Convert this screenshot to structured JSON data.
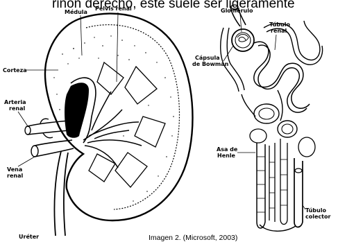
{
  "top_text": "riñón derecho, este suele ser ligeramente",
  "caption": "Imagen 2. (Microsoft, 2003)",
  "kidney": {
    "labels": {
      "medula": "Médula",
      "pelvis": "Pelvis renal",
      "corteza": "Corteza",
      "arteria_l1": "Arteria",
      "arteria_l2": "renal",
      "vena_l1": "Vena",
      "vena_l2": "renal",
      "ureter": "Uréter"
    }
  },
  "nephron": {
    "labels": {
      "glomerulo": "Glomérulo",
      "tubulo_renal_l1": "Túbulo",
      "tubulo_renal_l2": "renal",
      "capsula_l1": "Cápsula",
      "capsula_l2": "de Bowman",
      "asa_l1": "Asa de",
      "asa_l2": "Henle",
      "tubulo_col_l1": "Túbulo",
      "tubulo_col_l2": "colector"
    }
  },
  "colors": {
    "ink": "#000000",
    "paper": "#ffffff",
    "pelvis_dark": "#000000"
  }
}
